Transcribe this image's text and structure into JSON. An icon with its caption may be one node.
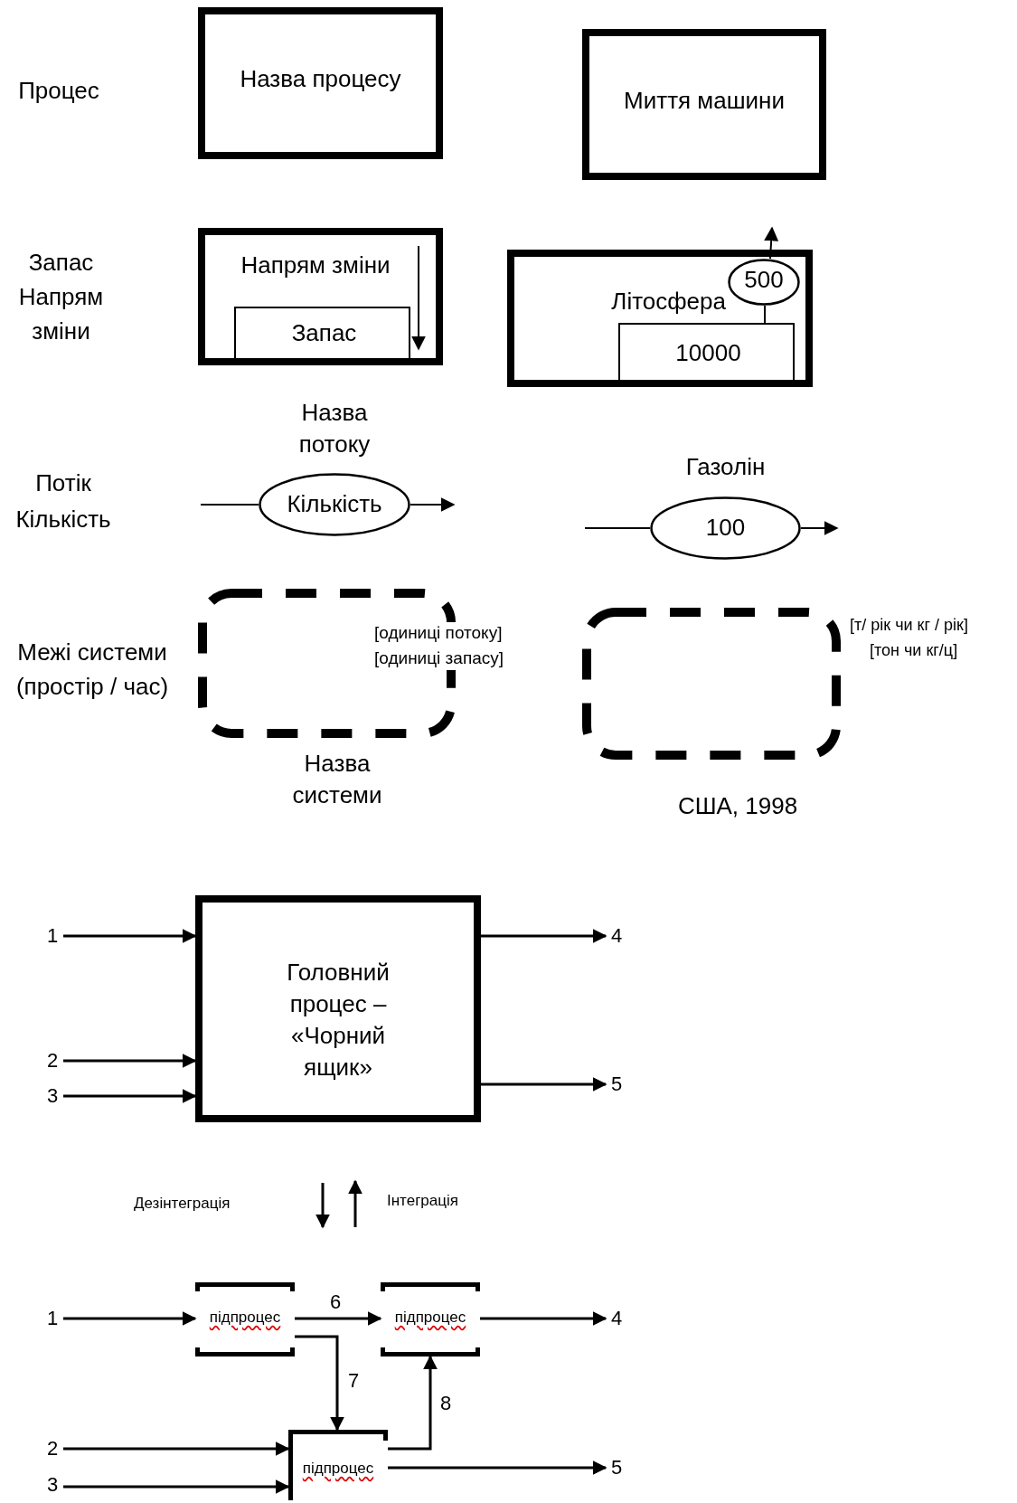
{
  "diagram": {
    "nodes": [
      {
        "text": [
          "Назва процесу"
        ]
      },
      {
        "text": [
          "Миття машини"
        ]
      },
      {
        "text": [
          "Напрям зміни"
        ]
      },
      {
        "text": [
          "Запас"
        ],
        "in": 2
      },
      {
        "text": [
          "Літосфера"
        ]
      },
      {
        "text": [
          "10000"
        ],
        "in": 4
      },
      {
        "text": [
          "500"
        ],
        "in": 4
      },
      {
        "text": [
          "Назва потоку",
          "Кількість"
        ]
      },
      {
        "text": [
          "Газолін",
          "100"
        ]
      },
      {
        "text": [
          "[одиниці потоку]",
          "[одиниці запасу]",
          "Назва системи"
        ]
      },
      {
        "text": [
          "США, 1998"
        ],
        "beside": [
          "[т/ рік чи кг / рік]",
          "[тон чи кг/ц]"
        ]
      },
      {
        "text": [
          "Головний процес – «Чорний ящик»"
        ]
      },
      {
        "text": [
          "1"
        ]
      },
      {
        "text": [
          "2"
        ]
      },
      {
        "text": [
          "3"
        ]
      },
      {
        "text": [
          "4"
        ]
      },
      {
        "text": [
          "5"
        ]
      },
      {
        "text": [
          "підпроцес"
        ]
      },
      {
        "text": [
          "підпроцес"
        ]
      },
      {
        "text": [
          "підпроцес"
        ]
      },
      {
        "text": [
          "1"
        ]
      },
      {
        "text": [
          "4"
        ]
      },
      {
        "text": [
          "2"
        ]
      },
      {
        "text": [
          "3"
        ]
      },
      {
        "text": [
          "5"
        ]
      }
    ],
    "edges": [
      {
        "from": null,
        "to": 7,
        "arrow": "none"
      },
      {
        "from": 7,
        "to": null,
        "arrow": "to"
      },
      {
        "from": null,
        "to": 8,
        "arrow": "none"
      },
      {
        "from": 8,
        "to": null,
        "arrow": "to"
      },
      {
        "from": 12,
        "to": 11,
        "arrow": "to"
      },
      {
        "from": 13,
        "to": 11,
        "arrow": "to"
      },
      {
        "from": 14,
        "to": 11,
        "arrow": "to"
      },
      {
        "from": 11,
        "to": 15,
        "arrow": "to"
      },
      {
        "from": 11,
        "to": 16,
        "arrow": "to"
      },
      {
        "from": 20,
        "to": 17,
        "arrow": "to"
      },
      {
        "from": 17,
        "to": 18,
        "arrow": "to",
        "label": "6"
      },
      {
        "from": 17,
        "to": 19,
        "arrow": "to",
        "label": "7"
      },
      {
        "from": 19,
        "to": 18,
        "arrow": "to",
        "label": "8"
      },
      {
        "from": 18,
        "to": 21,
        "arrow": "to"
      },
      {
        "from": 22,
        "to": 19,
        "arrow": "to"
      },
      {
        "from": 23,
        "to": 19,
        "arrow": "to"
      },
      {
        "from": 19,
        "to": 24,
        "arrow": "to"
      },
      {
        "from": 5,
        "to": 6,
        "arrow": "none"
      },
      {
        "from": 6,
        "to": null,
        "arrow": "to"
      }
    ],
    "labels": [
      "Процес",
      "Запас",
      "Напрям зміни",
      "Потік",
      "Кількість",
      "Межі системи (простір / час)",
      "Дезінтеграція",
      "Інтеграція"
    ]
  }
}
